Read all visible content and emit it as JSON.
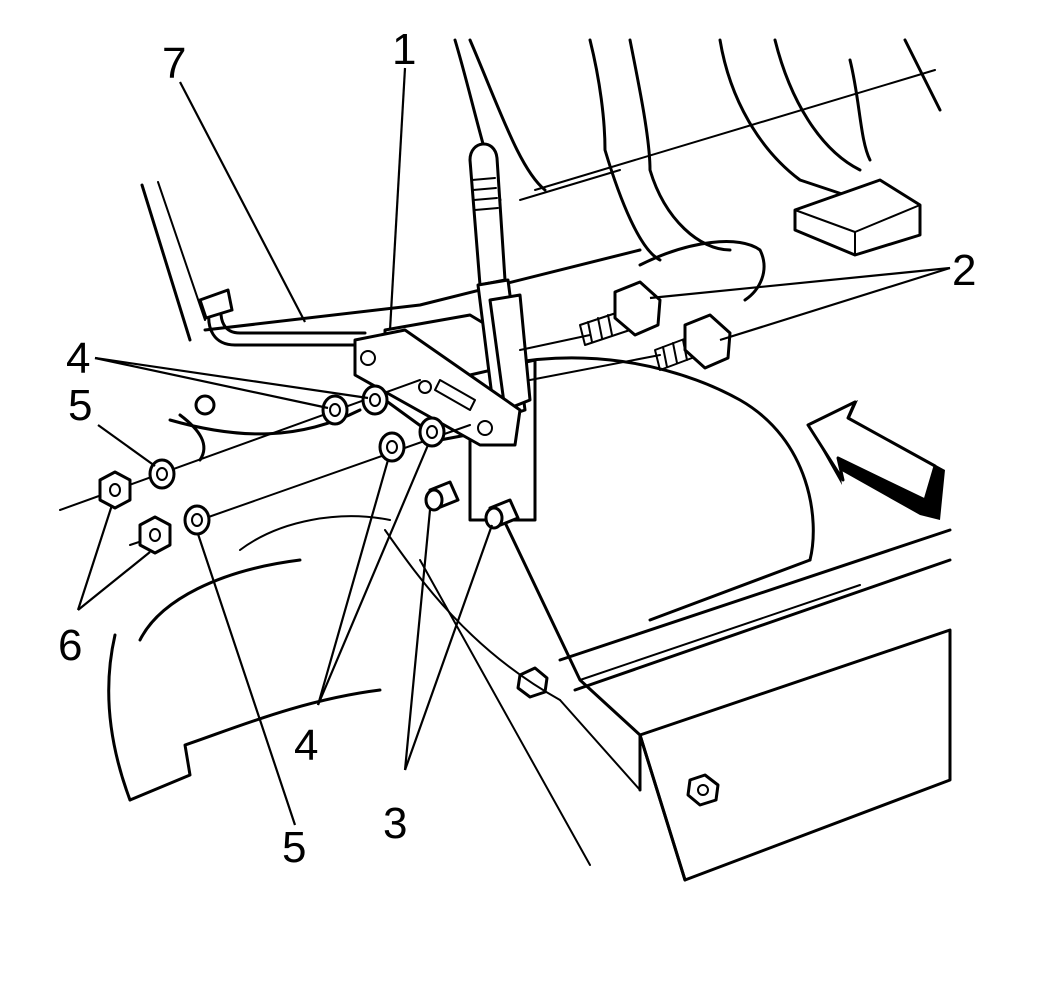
{
  "diagram": {
    "callouts": [
      {
        "id": "1",
        "label": "1"
      },
      {
        "id": "2",
        "label": "2"
      },
      {
        "id": "3",
        "label": "3"
      },
      {
        "id": "4a",
        "label": "4"
      },
      {
        "id": "4b",
        "label": "4"
      },
      {
        "id": "5a",
        "label": "5"
      },
      {
        "id": "5b",
        "label": "5"
      },
      {
        "id": "6",
        "label": "6"
      },
      {
        "id": "7",
        "label": "7"
      }
    ],
    "colors": {
      "line": "#000000",
      "background": "#ffffff"
    }
  }
}
